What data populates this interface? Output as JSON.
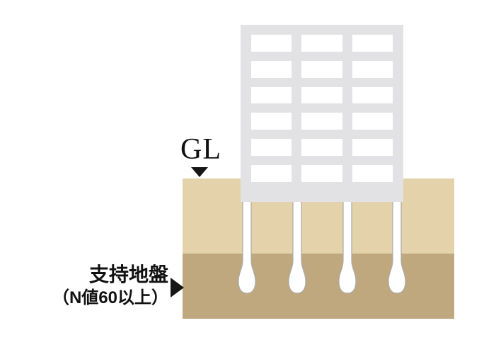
{
  "labels": {
    "gl": "GL",
    "bearing_line1": "支持地盤",
    "bearing_line2": "（N値60以上）"
  },
  "colors": {
    "building": "#e2e2e4",
    "window": "#ffffff",
    "soil_upper": "#e3d2aa",
    "soil_lower": "#bfa77e",
    "pile_fill": "#ffffff",
    "pile_stroke": "#ababab",
    "arrow": "#161616"
  },
  "building": {
    "window_rows": 6,
    "window_cols": 3
  },
  "piles": {
    "count": 4
  }
}
